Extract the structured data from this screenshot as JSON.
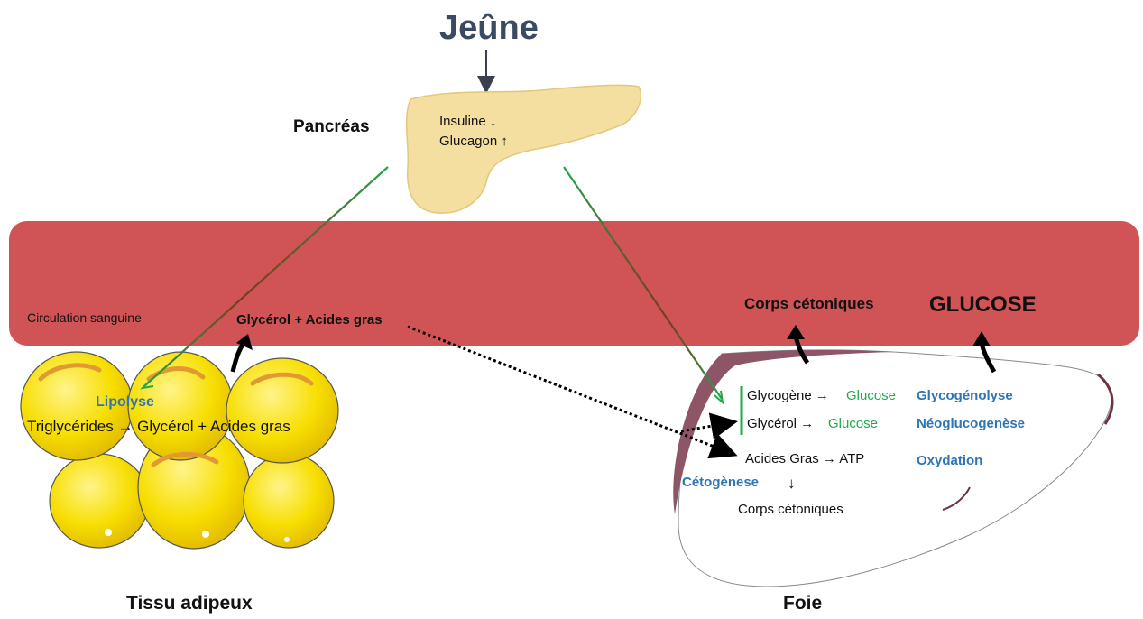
{
  "title": "Jeûne",
  "pancreas": {
    "label": "Pancréas",
    "insulin": "Insuline ↓",
    "glucagon": "Glucagon ↑"
  },
  "blood": {
    "label": "Circulation sanguine",
    "released": "Glycérol + Acides gras",
    "ketone_bodies": "Corps cétoniques",
    "glucose": "GLUCOSE"
  },
  "adipose": {
    "label": "Tissu adipeux",
    "process": "Lipolyse",
    "reaction": "Triglycérides → Glycérol + Acides gras"
  },
  "liver": {
    "label": "Foie",
    "glycogen_src": "Glycogène →",
    "glycogen_dst": "Glucose",
    "glycogen_proc": "Glycogénolyse",
    "glycerol_src": "Glycérol →",
    "glycerol_dst": "Glucose",
    "glycerol_proc": "Néoglucogenèse",
    "fatty_acids": "Acides Gras → ATP",
    "oxidation_proc": "Oxydation",
    "ketogenesis_proc": "Cétogènese",
    "ketogenesis_arrow": "↓",
    "ketone_product": "Corps cétoniques"
  },
  "colors": {
    "blood": "#d05455",
    "fat": "#f5dc00",
    "pancreas": "#f4dea0",
    "process_blue": "#2e75b6",
    "glucose_green": "#22a84a"
  }
}
